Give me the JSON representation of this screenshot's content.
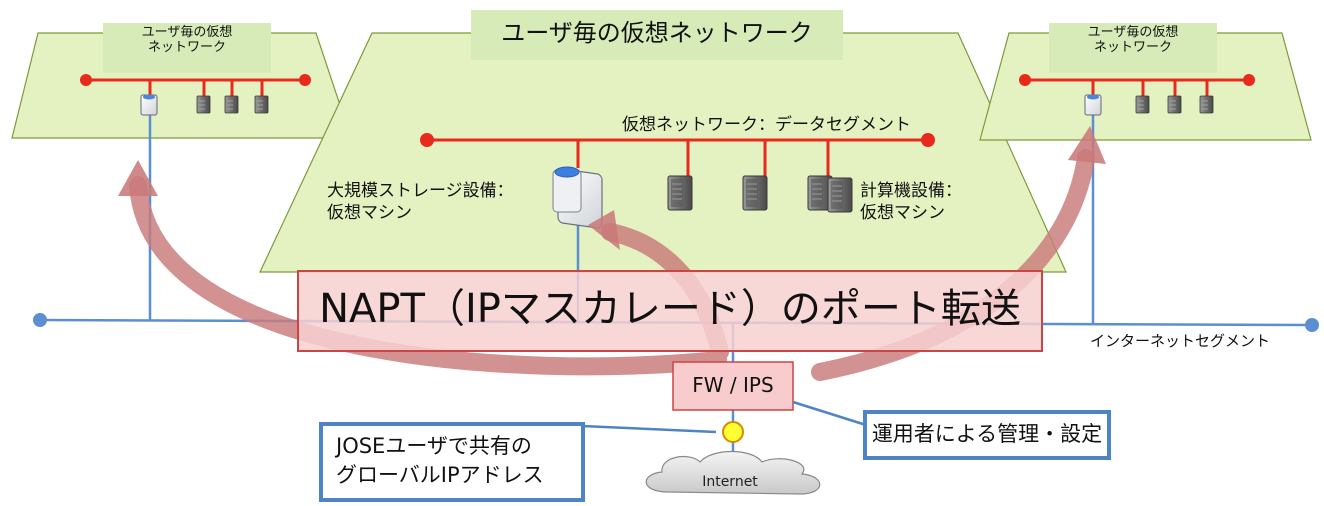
{
  "networks": {
    "left_title": "ユーザ毎の仮想\nネットワーク",
    "center_title": "ユーザ毎の仮想ネットワーク",
    "right_title": "ユーザ毎の仮想\nネットワーク"
  },
  "center": {
    "data_segment_label": "仮想ネットワーク：データセグメント",
    "storage_label": "大規模ストレージ設備：\n仮想マシン",
    "compute_label": "計算機設備：\n仮想マシン"
  },
  "internet_segment_label": "インターネットセグメント",
  "napt_label": "NAPT（IPマスカレード）のポート転送",
  "fw_label": "FW / IPS",
  "callouts": {
    "shared_ip": "JOSEユーザで共有の\nグローバルIPアドレス",
    "operator": "運用者による管理・設定"
  },
  "cloud_label": "Internet",
  "colors": {
    "trapezoid_fill": "#e4f2c2",
    "trapezoid_stroke": "#7d9a3a",
    "title_box": "#d7ebb9",
    "red_line": "#e8291c",
    "blue_line": "#5b8ed2",
    "arrow": "#c97a7a",
    "napt_box": "#f7d0d0",
    "fw_box": "#f8cccc",
    "callout_border": "#4f84c4",
    "ip_marker": "#ffff33"
  },
  "icons": [
    "storage-server-icon",
    "rack-server-icon",
    "cloud-icon"
  ]
}
